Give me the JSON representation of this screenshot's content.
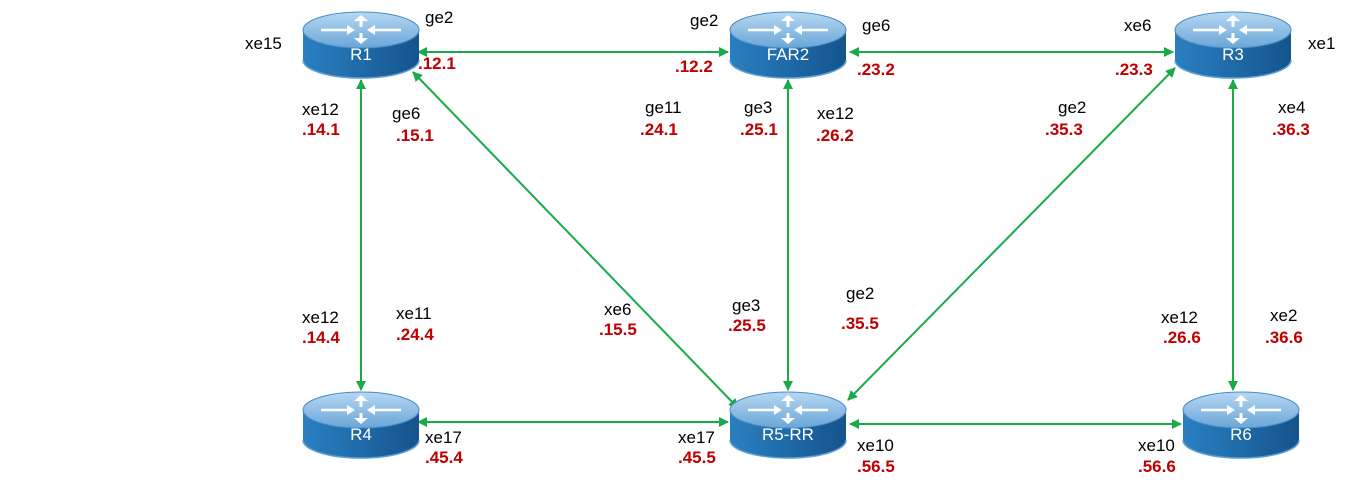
{
  "colors": {
    "link": "#1aaa4a",
    "router_top": "#8fc0e6",
    "router_side": "#1f6fb0",
    "ip_text": "#c00000",
    "label_text": "#000000"
  },
  "routers": [
    {
      "id": "R1",
      "name": "R1",
      "icon": "router-icon"
    },
    {
      "id": "FAR2",
      "name": "FAR2",
      "icon": "router-icon"
    },
    {
      "id": "R3",
      "name": "R3",
      "icon": "router-icon"
    },
    {
      "id": "R4",
      "name": "R4",
      "icon": "router-icon"
    },
    {
      "id": "R5",
      "name": "R5-RR",
      "icon": "router-icon"
    },
    {
      "id": "R6",
      "name": "R6",
      "icon": "router-icon"
    }
  ],
  "links": [
    {
      "from": "R1",
      "to": "FAR2",
      "from_if": "ge2",
      "from_ip": ".12.1",
      "to_if": "ge2",
      "to_ip": ".12.2"
    },
    {
      "from": "FAR2",
      "to": "R3",
      "from_if": "ge6",
      "from_ip": ".23.2",
      "to_if": "xe6",
      "to_ip": ".23.3"
    },
    {
      "from": "R1",
      "to": "R4",
      "from_if": "xe12",
      "from_ip": ".14.1",
      "to_if": "xe12",
      "to_ip": ".14.4"
    },
    {
      "from": "R1",
      "to": "R5",
      "from_if": "ge6",
      "from_ip": ".15.1",
      "to_if": "xe6",
      "to_ip": ".15.5"
    },
    {
      "from": "FAR2",
      "to": "R5",
      "from_if": "ge3",
      "from_ip": ".25.1",
      "to_if": "ge3",
      "to_ip": ".25.5"
    },
    {
      "from": "R3",
      "to": "R5",
      "from_if": "ge2",
      "from_ip": ".35.3",
      "to_if": "ge2",
      "to_ip": ".35.5"
    },
    {
      "from": "R3",
      "to": "R6",
      "from_if": "xe4",
      "from_ip": ".36.3",
      "to_if": "xe2",
      "to_ip": ".36.6"
    },
    {
      "from": "R4",
      "to": "R5",
      "from_if": "xe17",
      "from_ip": ".45.4",
      "to_if": "xe17",
      "to_ip": ".45.5"
    },
    {
      "from": "R5",
      "to": "R6",
      "from_if": "xe10",
      "from_ip": ".56.5",
      "to_if": "xe10",
      "to_ip": ".56.6"
    }
  ],
  "extra_labels": {
    "r1_xe15": "xe15",
    "r3_xe1": "xe1",
    "far2_ge11": "ge11",
    "far2_ge11_ip": ".24.1",
    "far2_xe12": "xe12",
    "far2_xe12_ip": ".26.2",
    "r4_xe11": "xe11",
    "r4_xe11_ip": ".24.4",
    "r6_xe12": "xe12",
    "r6_xe12_ip": ".26.6"
  }
}
